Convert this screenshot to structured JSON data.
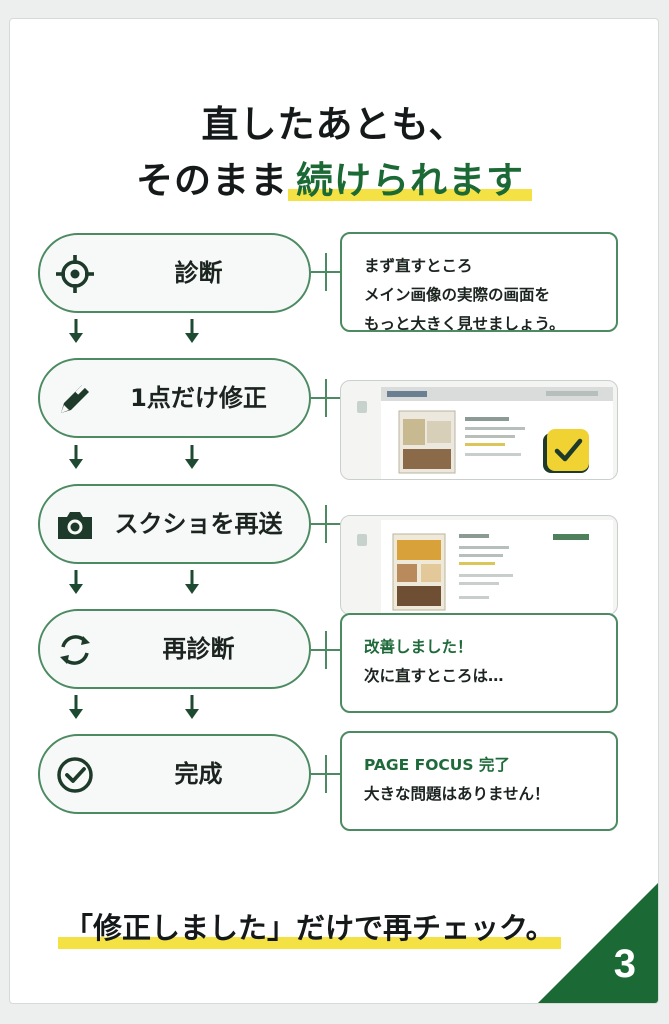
{
  "title": {
    "line1": "直したあとも、",
    "line2_plain": "そのまま",
    "line2_highlight": "続けられます"
  },
  "steps": [
    {
      "label": "診断",
      "icon": "crosshair-target-icon"
    },
    {
      "label": "1点だけ修正",
      "icon": "pencil-icon"
    },
    {
      "label": "スクショを再送",
      "icon": "camera-icon"
    },
    {
      "label": "再診断",
      "icon": "refresh-cycle-icon"
    },
    {
      "label": "完成",
      "icon": "check-circle-icon"
    }
  ],
  "bubbles": {
    "diagnose": [
      "まず直すところ",
      "メイン画像の実際の画面を",
      "もっと大きく見せましょう。"
    ],
    "rediagnose": [
      "改善しました！",
      "次に直すところは…"
    ],
    "complete": [
      "PAGE FOCUS 完了",
      "大きな問題はありません！"
    ]
  },
  "footer": "「修正しました」だけで再チェック。",
  "page_number": "3",
  "colors": {
    "accent": "#1b6a35",
    "highlight": "#f4e244",
    "border": "#4c8a62"
  }
}
